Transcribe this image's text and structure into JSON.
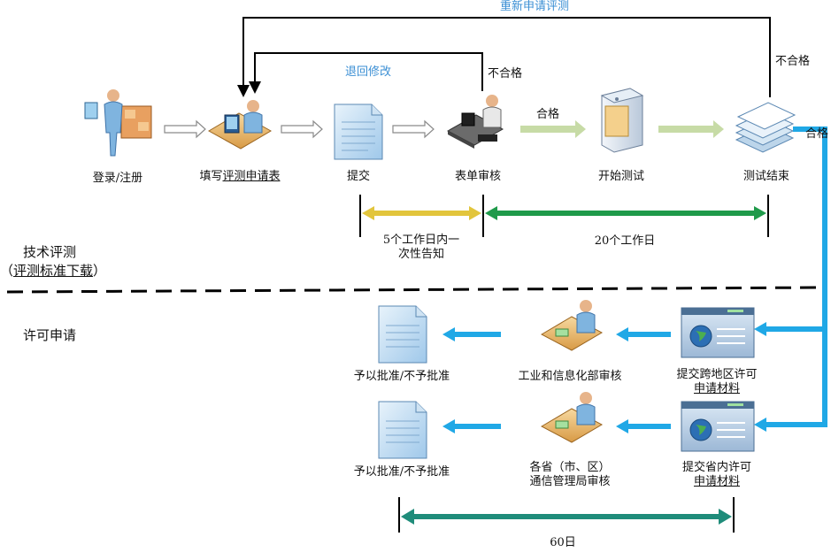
{
  "labels": {
    "resubmit": "重新申请评测",
    "return_modify": "退回修改",
    "fail_1": "不合格",
    "fail_2": "不合格",
    "pass_1": "合格",
    "pass_2": "合格",
    "login": "登录/注册",
    "fill_prefix": "填写",
    "fill_link": "评测申请表",
    "submit": "提交",
    "form_review": "表单审核",
    "start_test": "开始测试",
    "test_end": "测试结束",
    "duration_1_line1": "5个工作日内一",
    "duration_1_line2": "次性告知",
    "duration_2": "20个工作日",
    "section_tech": "技术评测",
    "section_tech_paren_open": "（",
    "section_tech_link": "评测标准下载",
    "section_tech_paren_close": "）",
    "section_license": "许可申请",
    "decision_1": "予以批准/不予批准",
    "decision_2": "予以批准/不予批准",
    "miit_review": "工业和信息化部审核",
    "prov_review_line1": "各省（市、区）",
    "prov_review_line2": "通信管理局审核",
    "cross_submit_line1": "提交跨地区许可",
    "cross_submit_link": "申请材料",
    "prov_submit_line1": "提交省内许可",
    "prov_submit_link": "申请材料",
    "duration_3": "60日"
  },
  "icons": [
    "person-login-icon",
    "person-computer-icon",
    "document-icon",
    "desk-review-icon",
    "server-box-icon",
    "paper-stack-icon",
    "desk-officer-icon",
    "browser-window-icon"
  ],
  "colors": {
    "blue_flow": "#20a8e6",
    "gray_arrow": "#c9c9c9",
    "green_light": "#c7dba6",
    "yellow_bar": "#e2c53c",
    "green_bar": "#1f9a4a",
    "teal_bar": "#1f8c7a",
    "label_blue": "#3b8fd4"
  }
}
